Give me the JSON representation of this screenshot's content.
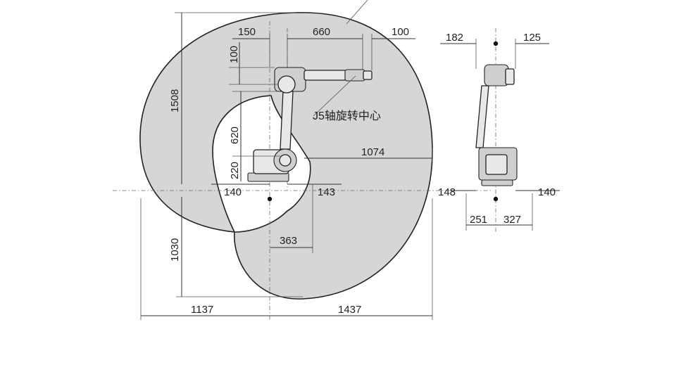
{
  "front_view": {
    "dims": {
      "top_offset": "150",
      "arm_length": "660",
      "tool_offset": "100",
      "wrist_height": "100",
      "total_height": "1508",
      "upper_arm": "620",
      "base_height": "220",
      "base_back": "140",
      "base_front": "143",
      "front_reach": "1074",
      "inner_radius": "363",
      "depth": "1030",
      "rear_reach": "1137",
      "total_reach": "1437"
    },
    "annotation": "J5轴旋转中心"
  },
  "side_view": {
    "dims": {
      "rear_width": "182",
      "front_width": "125",
      "left_small": "148",
      "right_small": "140",
      "base_left": "251",
      "base_right": "327"
    }
  },
  "colors": {
    "envelope": "#d6d6d6",
    "line": "#222222"
  }
}
